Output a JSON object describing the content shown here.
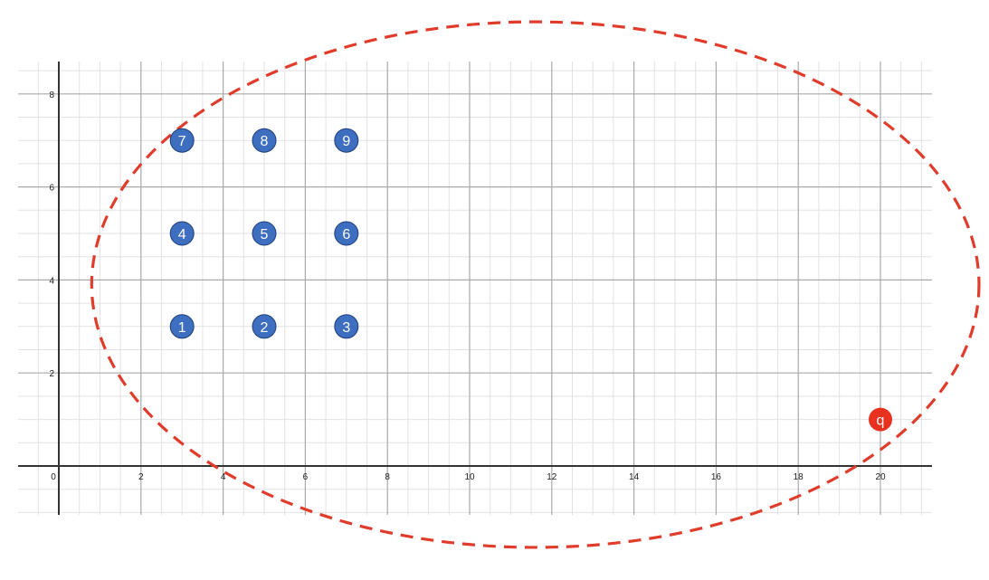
{
  "chart_data": {
    "type": "scatter",
    "title": "",
    "xlabel": "",
    "ylabel": "",
    "xlim": [
      -0.9,
      21.2
    ],
    "ylim": [
      -1.05,
      8.55
    ],
    "grid": true,
    "x_ticks": [
      0,
      2,
      4,
      6,
      8,
      10,
      12,
      14,
      16,
      18,
      20
    ],
    "y_ticks": [
      2,
      4,
      6,
      8
    ],
    "x_tick_labels": [
      "0",
      "2",
      "4",
      "6",
      "8",
      "10",
      "12",
      "14",
      "16",
      "18",
      "20"
    ],
    "y_tick_labels": [
      "2",
      "4",
      "6",
      "8"
    ],
    "points": [
      {
        "label": "1",
        "x": 3,
        "y": 3,
        "color": "#3d6ebf"
      },
      {
        "label": "2",
        "x": 5,
        "y": 3,
        "color": "#3d6ebf"
      },
      {
        "label": "3",
        "x": 7,
        "y": 3,
        "color": "#3d6ebf"
      },
      {
        "label": "4",
        "x": 3,
        "y": 5,
        "color": "#3d6ebf"
      },
      {
        "label": "5",
        "x": 5,
        "y": 5,
        "color": "#3d6ebf"
      },
      {
        "label": "6",
        "x": 7,
        "y": 5,
        "color": "#3d6ebf"
      },
      {
        "label": "7",
        "x": 3,
        "y": 7,
        "color": "#3d6ebf"
      },
      {
        "label": "8",
        "x": 5,
        "y": 7,
        "color": "#3d6ebf"
      },
      {
        "label": "9",
        "x": 7,
        "y": 7,
        "color": "#3d6ebf"
      },
      {
        "label": "q",
        "x": 20,
        "y": 1,
        "color": "#e8311f"
      }
    ],
    "annotations": [
      {
        "type": "ellipse",
        "style": "dashed",
        "color": "#e03c2c",
        "center": [
          11.6,
          3.9
        ],
        "radii": [
          10.8,
          5.65
        ]
      }
    ]
  }
}
